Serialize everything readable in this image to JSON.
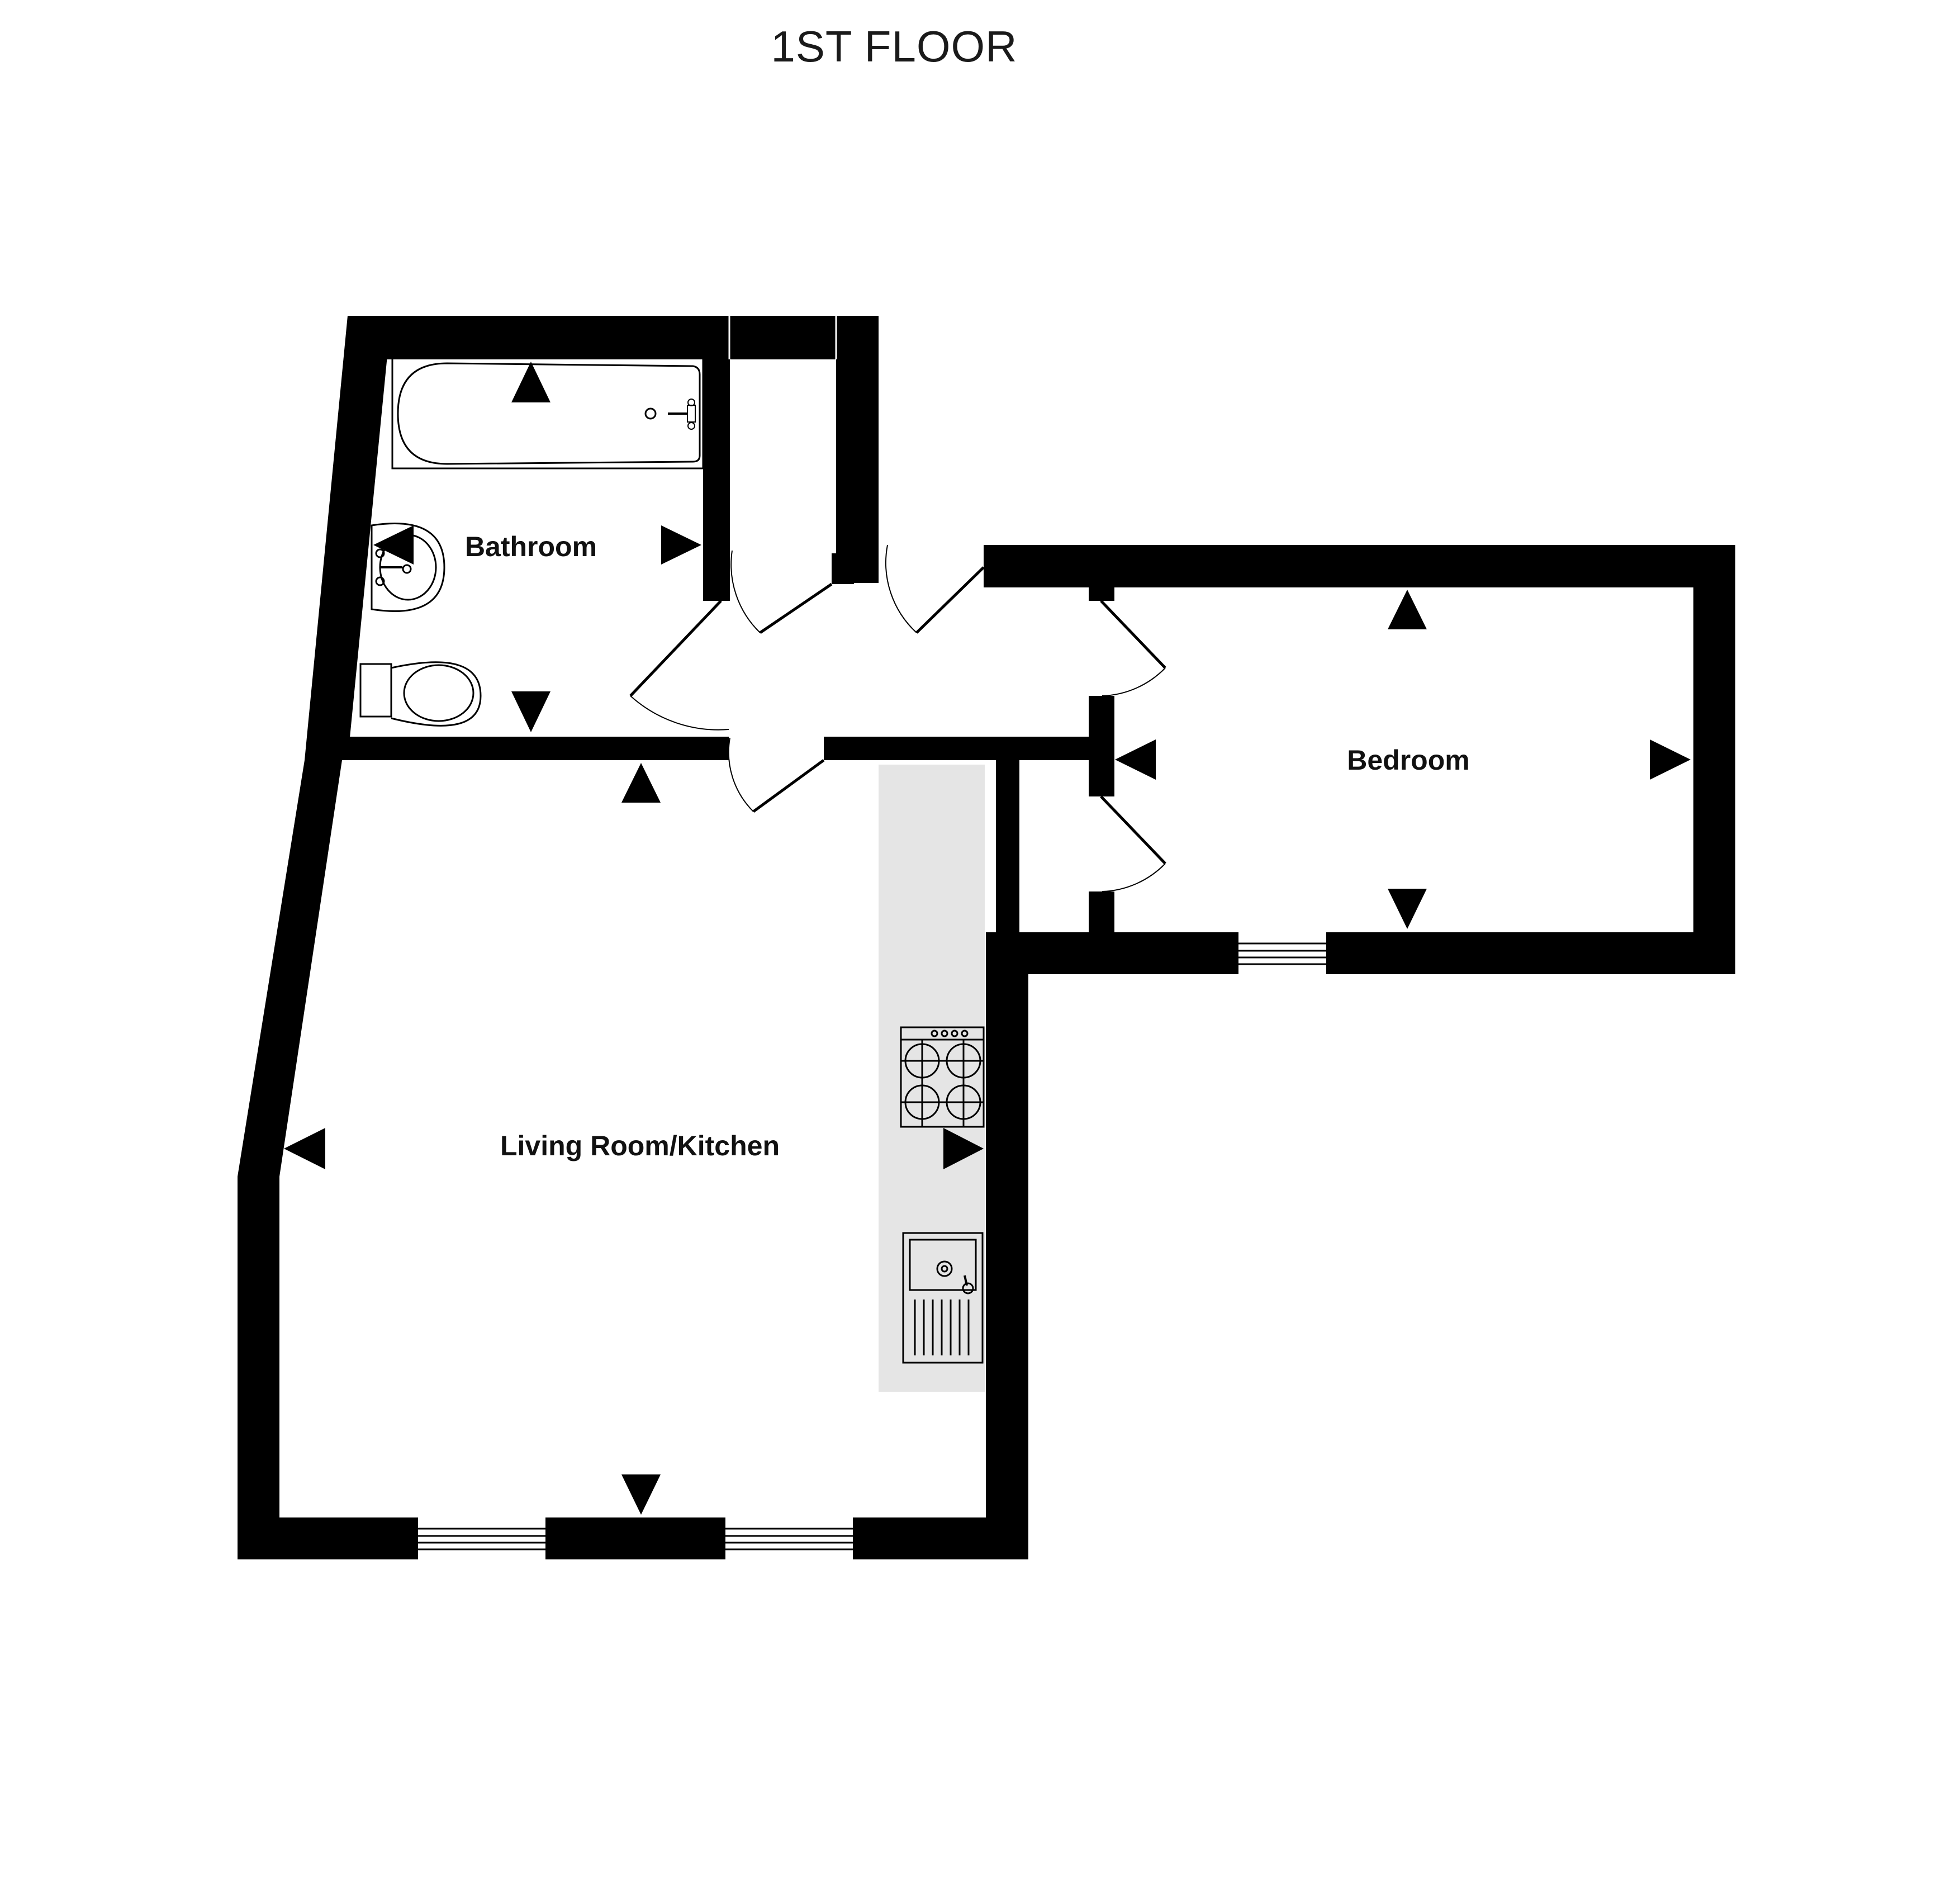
{
  "floor": {
    "title": "1ST FLOOR"
  },
  "rooms": {
    "bathroom": {
      "label": "Bathroom"
    },
    "living_kitchen": {
      "label": "Living Room/Kitchen"
    },
    "bedroom": {
      "label": "Bedroom"
    }
  },
  "colors": {
    "wall": "#000000",
    "counter": "#e5e5e5",
    "window_pane": "#ffffff",
    "fixture_stroke": "#000000",
    "text": "#111111"
  },
  "symbols": {
    "dimension_marker": "triangle-arrow",
    "bath": "bathtub-icon",
    "basin": "wash-basin-icon",
    "toilet": "toilet-icon",
    "hob": "hob-icon",
    "sink": "kitchen-sink-icon"
  }
}
